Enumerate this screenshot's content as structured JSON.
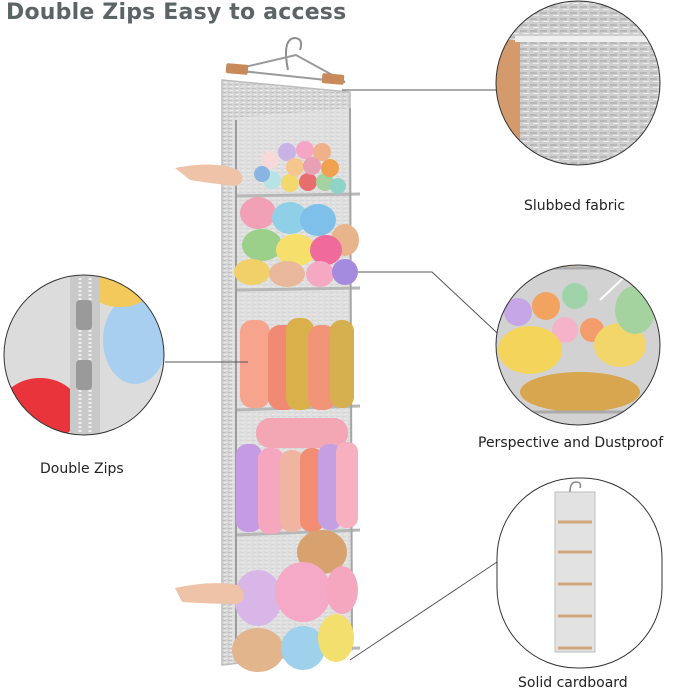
{
  "headline": "Double Zips Easy to access",
  "callouts": [
    {
      "id": "fabric",
      "label": "Slubbed fabric"
    },
    {
      "id": "zips",
      "label": "Double Zips"
    },
    {
      "id": "dustproof",
      "label": "Perspective and Dustproof"
    },
    {
      "id": "cardboard",
      "label": "Solid cardboard"
    }
  ],
  "colors": {
    "fabric_gray": "#d8d8d8",
    "wood": "#c98a5a",
    "headline": "#5d6466"
  }
}
